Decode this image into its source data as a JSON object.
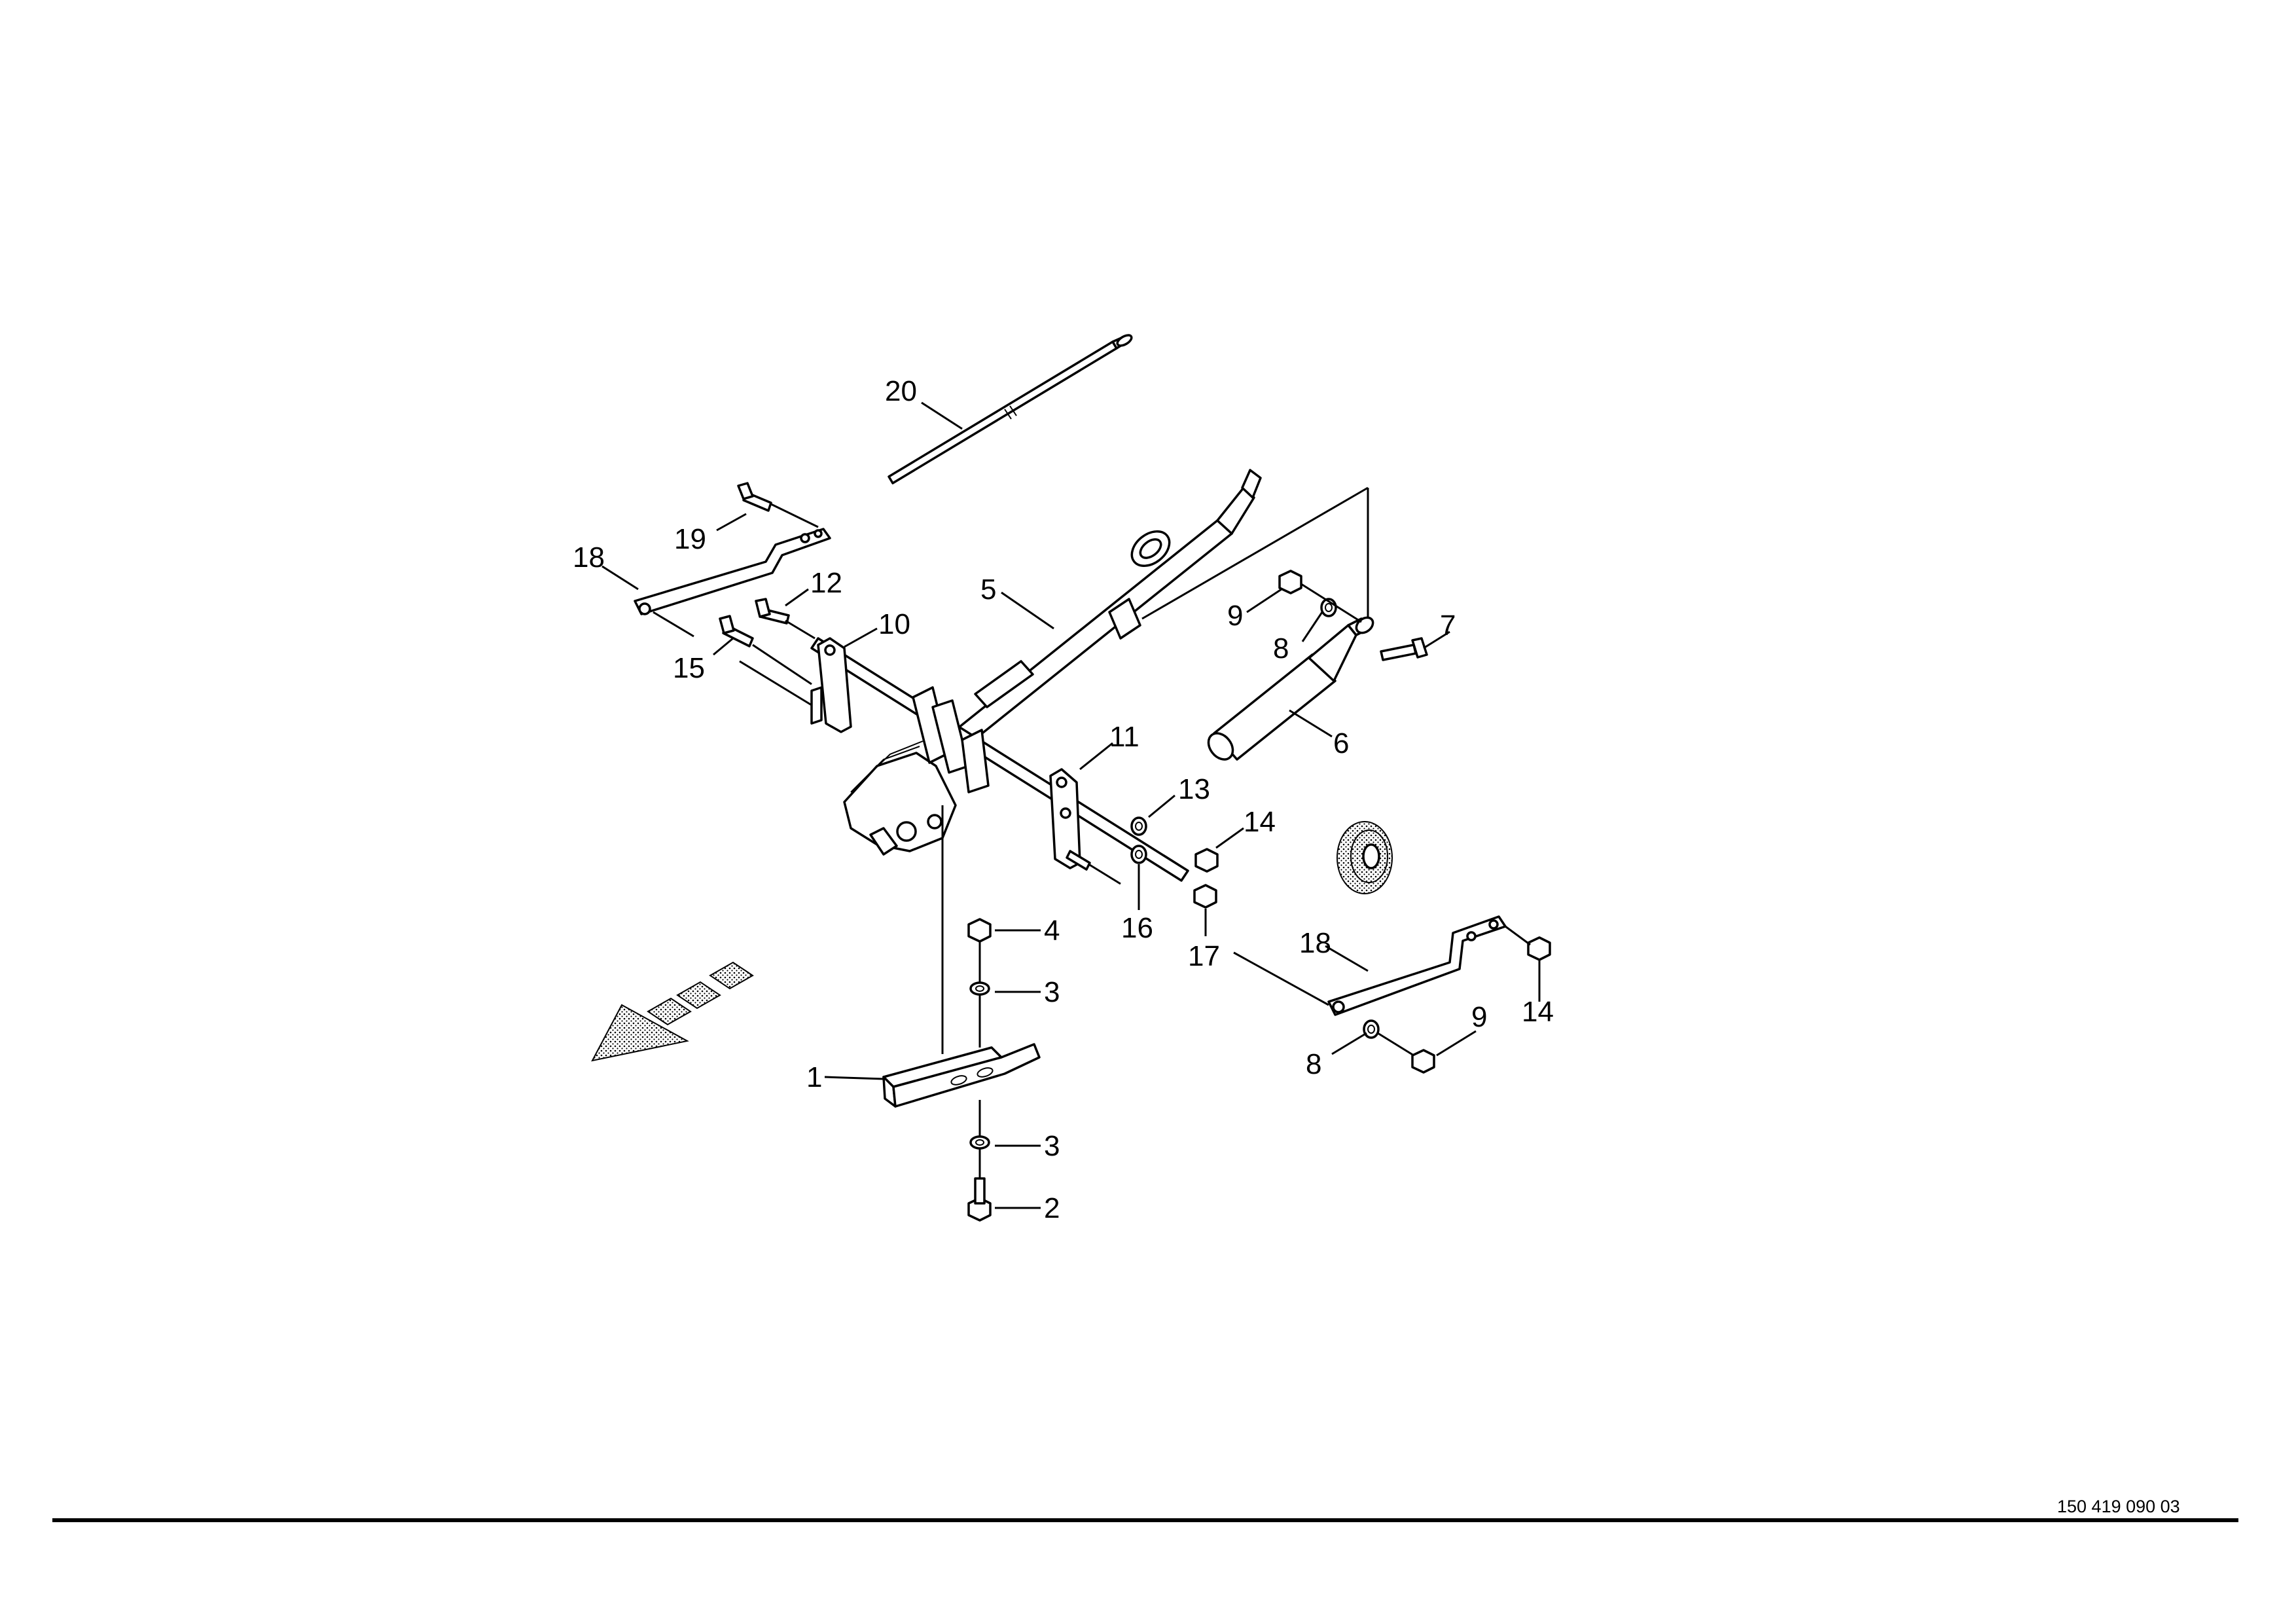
{
  "document_number": "150 419 090 03",
  "callouts": [
    "1",
    "2",
    "3",
    "3",
    "4",
    "5",
    "6",
    "7",
    "8",
    "8",
    "9",
    "9",
    "10",
    "11",
    "12",
    "13",
    "14",
    "14",
    "15",
    "16",
    "17",
    "18",
    "18",
    "19",
    "20"
  ],
  "icons": {
    "direction_arrow": "direction-arrow-icon",
    "wheel": "wheel-icon"
  }
}
